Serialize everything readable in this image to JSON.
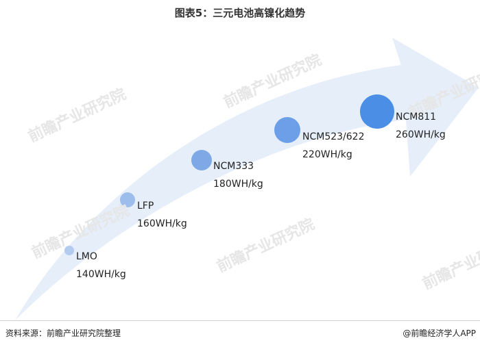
{
  "title": "图表5：三元电池高镍化趋势",
  "watermark": "前瞻产业研究院",
  "colors": {
    "arrow": "#e5eef9",
    "bubble_light": "#b3cbef",
    "bubble_mid": "#7fa9e6",
    "bubble_dark": "#4b8ee6"
  },
  "points": [
    {
      "name": "LMO",
      "value": "140WH/kg",
      "energy_density_wh_per_kg": 140
    },
    {
      "name": "LFP",
      "value": "160WH/kg",
      "energy_density_wh_per_kg": 160
    },
    {
      "name": "NCM333",
      "value": "180WH/kg",
      "energy_density_wh_per_kg": 180
    },
    {
      "name": "NCM523/622",
      "value": "220WH/kg",
      "energy_density_wh_per_kg": 220
    },
    {
      "name": "NCM811",
      "value": "260WH/kg",
      "energy_density_wh_per_kg": 260
    }
  ],
  "footer": {
    "source": "资料来源：前瞻产业研究院整理",
    "credit": "@前瞻经济学人APP"
  }
}
